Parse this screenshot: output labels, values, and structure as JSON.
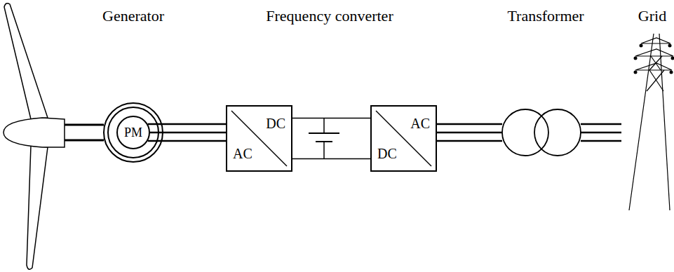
{
  "diagram": {
    "nodes": [
      {
        "text": [
          "PM"
        ]
      },
      {
        "text": [
          "DC",
          "AC"
        ]
      },
      {
        "text": [
          "AC",
          "DC"
        ]
      }
    ],
    "edges": [
      {
        "from": 0,
        "to": 1,
        "arrow": "none"
      },
      {
        "from": 1,
        "to": 2,
        "arrow": "none"
      }
    ],
    "labels": [
      "Generator",
      "Frequency converter",
      "Transformer",
      "Grid"
    ]
  }
}
